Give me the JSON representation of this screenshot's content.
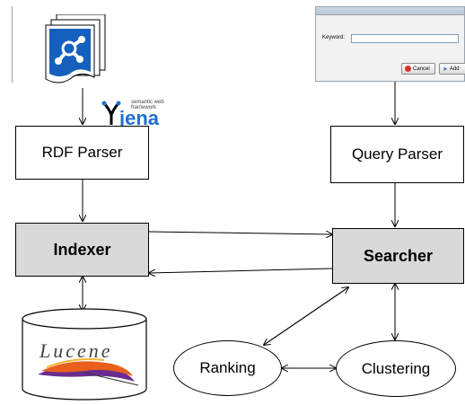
{
  "nodes": {
    "rdf_parser": "RDF Parser",
    "query_parser": "Query Parser",
    "indexer": "Indexer",
    "searcher": "Searcher",
    "ranking": "Ranking",
    "clustering": "Clustering"
  },
  "dialog": {
    "keyword_label": "Keyword:",
    "keyword_value": "",
    "cancel_label": "Cancel",
    "add_label": "Add"
  },
  "jena_logo": {
    "tagline": "semantic web framework",
    "word": "jena"
  },
  "lucene_logo": {
    "word": "Lucene"
  },
  "colors": {
    "rdf_icon_blue": "#1560bd",
    "grey_box": "#d9d9d9",
    "jena_blue": "#1f6fd1",
    "cancel_red": "#d9342b",
    "feather_orange": "#e8601c",
    "feather_purple": "#6a2c91"
  }
}
